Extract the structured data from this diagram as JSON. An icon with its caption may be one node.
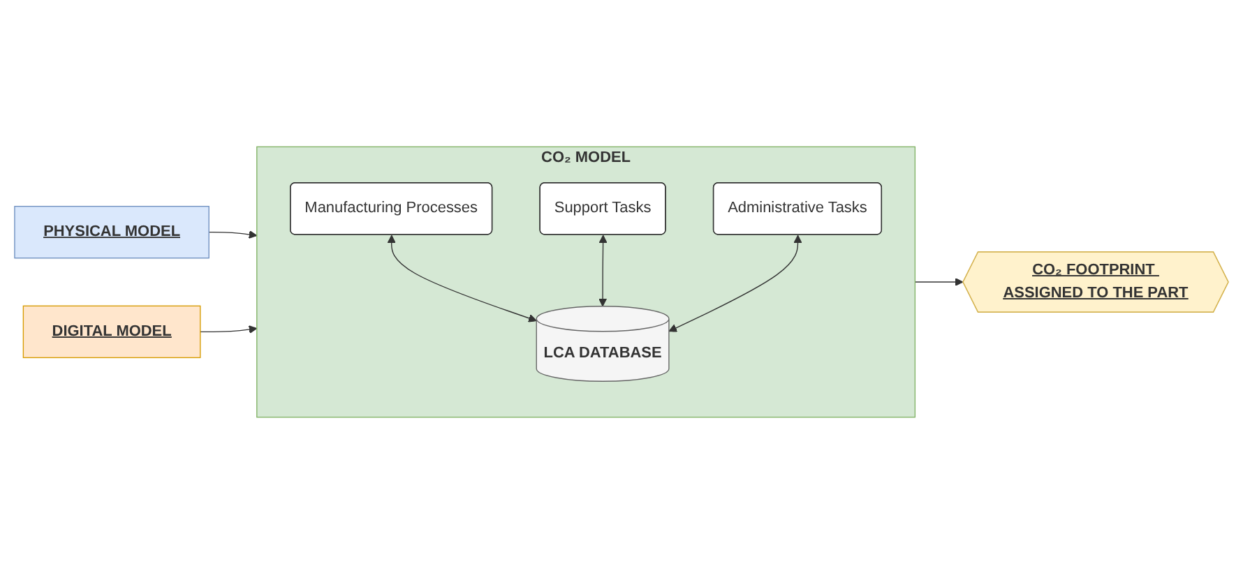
{
  "diagram": {
    "nodes": [
      {
        "text": [
          "PHYSICAL MODEL"
        ]
      },
      {
        "text": [
          "CO₂ MODEL"
        ]
      },
      {
        "text": [
          "Manufacturing Processes"
        ],
        "in": 1
      },
      {
        "text": [
          "Support Tasks"
        ],
        "in": 1
      },
      {
        "text": [
          "Administrative Tasks"
        ],
        "in": 1
      },
      {
        "text": [
          "LCA DATABASE"
        ],
        "in": 1
      },
      {
        "text": [
          "DIGITAL MODEL"
        ]
      },
      {
        "text": [
          "CO₂ FOOTPRINT ASSIGNED TO THE PART"
        ]
      }
    ],
    "edges": [
      {
        "from": 0,
        "to": 1,
        "arrow": "to"
      },
      {
        "from": 6,
        "to": 1,
        "arrow": "to"
      },
      {
        "from": 1,
        "to": 7,
        "arrow": "to"
      },
      {
        "from": 2,
        "to": 5,
        "arrow": "both"
      },
      {
        "from": 3,
        "to": 5,
        "arrow": "both"
      },
      {
        "from": 4,
        "to": 5,
        "arrow": "both"
      }
    ]
  }
}
